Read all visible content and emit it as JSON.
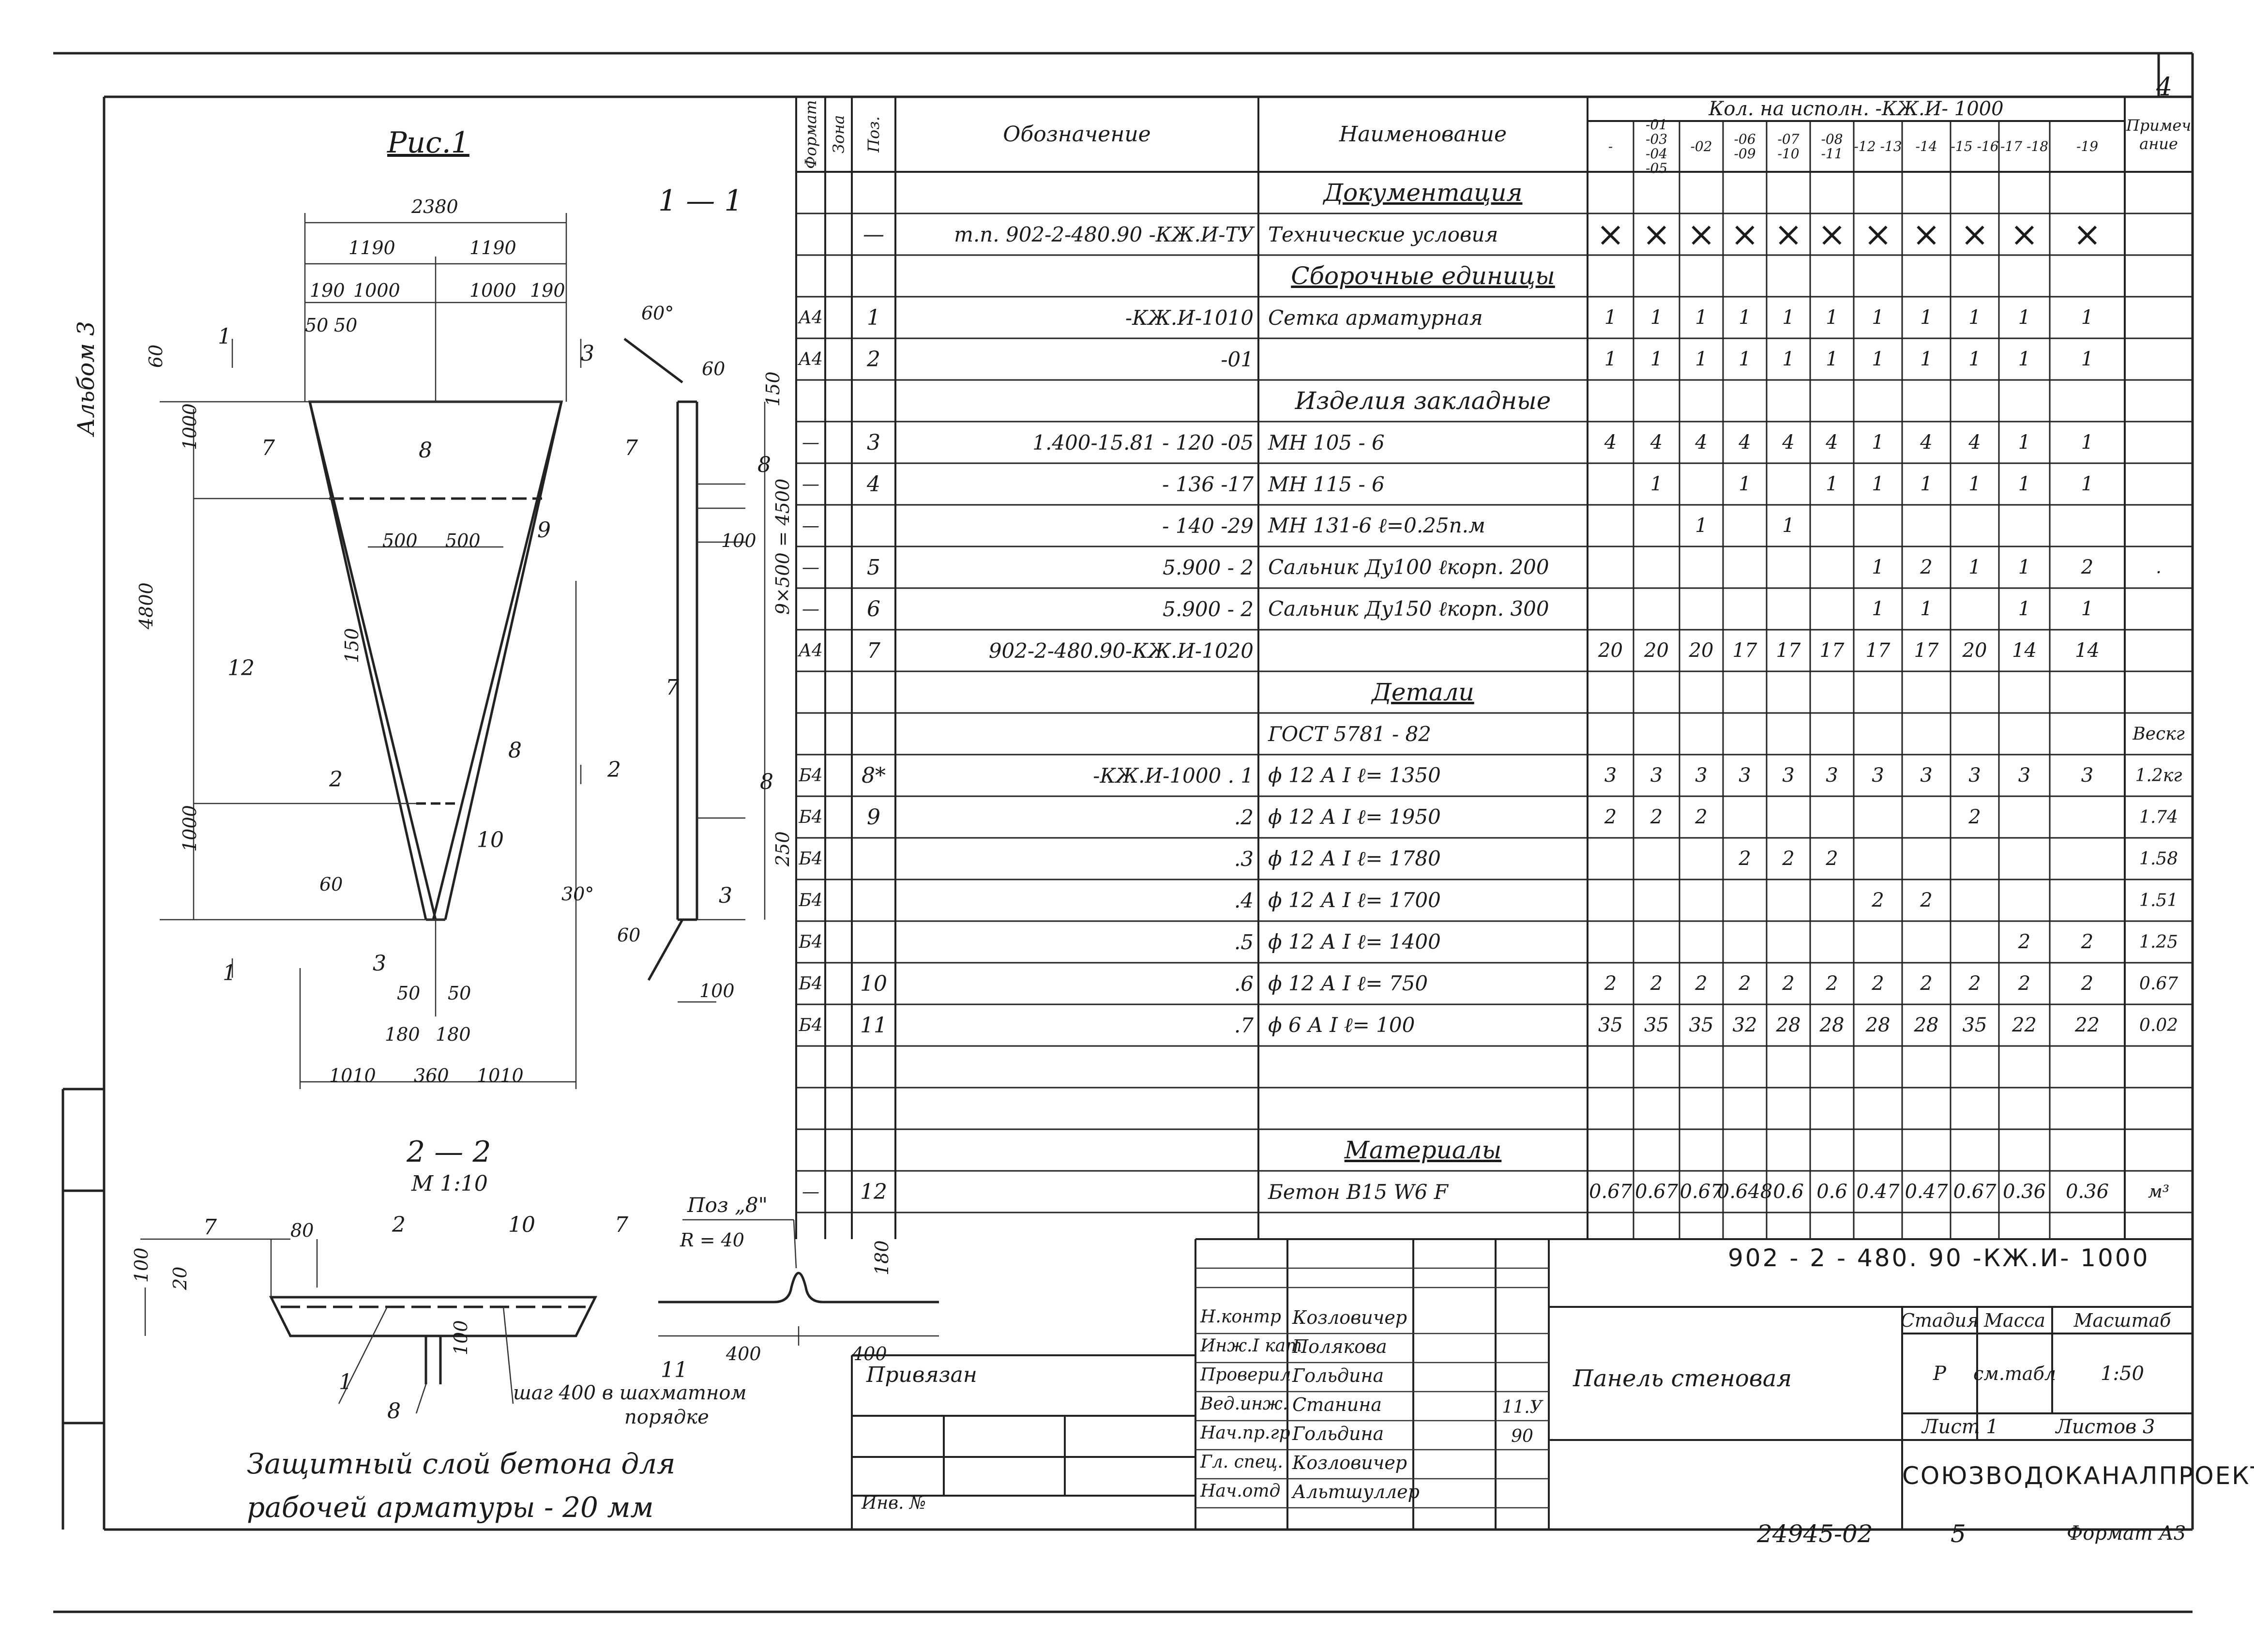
{
  "sheet_number": "4",
  "album": "Альбом 3",
  "figure": {
    "title": "Рис.1",
    "section_1_1": "1 — 1",
    "section_2_2": "2 — 2",
    "section_2_2_scale": "М 1:10",
    "pos8_title": "Поз „8\"",
    "pos8_radius": "R = 40",
    "hatch_note_1": "шаг 400 в шахматном",
    "hatch_note_2": "порядке",
    "dims": {
      "d2380": "2380",
      "d1190a": "1190",
      "d1190b": "1190",
      "d190a": "190",
      "d1000a": "1000",
      "d1000b": "1000",
      "d190b": "190",
      "d50a": "50",
      "d50b": "50",
      "d500a": "500",
      "d500b": "500",
      "d60": "60",
      "d1000v": "1000",
      "d4800": "4800",
      "d1000v2": "1000",
      "d150": "150",
      "d60b": "60",
      "d50c": "50",
      "d50d": "50",
      "d180a": "180",
      "d180b": "180",
      "d1010a": "1010",
      "d360": "360",
      "d1010b": "1010",
      "ang60": "60°",
      "ang30": "30°",
      "d60c": "60",
      "d150b": "150",
      "d100": "100",
      "d9x500": "9×500 = 4500",
      "d250": "250",
      "d60d": "60",
      "d100b": "100",
      "d80": "80",
      "d20": "20",
      "d100c": "100",
      "d100d": "100",
      "d400a": "400",
      "d400b": "400",
      "d180c": "180"
    },
    "callouts": [
      "1",
      "1",
      "2",
      "2",
      "3",
      "3",
      "3",
      "7",
      "7",
      "7",
      "7",
      "8",
      "8",
      "8",
      "8",
      "9",
      "10",
      "10",
      "12",
      "2",
      "1",
      "8",
      "11",
      "7"
    ]
  },
  "spec_table": {
    "headers": {
      "format": "Формат",
      "zone": "Зона",
      "pos": "Поз.",
      "designation": "Обозначение",
      "name": "Наименование",
      "qty_title": "Кол. на исполн.   -КЖ.И- 1000",
      "note": "Примечание",
      "variants": [
        "-",
        "-01 -03 -04 -05",
        "-02",
        "-06 -09",
        "-07 -10",
        "-08 -11",
        "-12 -13",
        "-14",
        "-15 -16",
        "-17 -18",
        "-19"
      ]
    },
    "rows": [
      {
        "type": "section",
        "name": "Документация"
      },
      {
        "format": "",
        "pos": "—",
        "designation": "т.п. 902-2-480.90  -КЖ.И-ТУ",
        "name": "Технические   условия",
        "qty": [
          "×",
          "×",
          "×",
          "×",
          "×",
          "×",
          "×",
          "×",
          "×",
          "×",
          "×"
        ],
        "note": ""
      },
      {
        "type": "section",
        "name": "Сборочные   единицы"
      },
      {
        "format": "А4",
        "pos": "1",
        "designation": "-КЖ.И-1010",
        "name": "Сетка  арматурная",
        "qty": [
          "1",
          "1",
          "1",
          "1",
          "1",
          "1",
          "1",
          "1",
          "1",
          "1",
          "1"
        ],
        "note": ""
      },
      {
        "format": "А4",
        "pos": "2",
        "designation": "-01",
        "name": "",
        "qty": [
          "1",
          "1",
          "1",
          "1",
          "1",
          "1",
          "1",
          "1",
          "1",
          "1",
          "1"
        ],
        "note": ""
      },
      {
        "type": "section",
        "name": "Изделия закладные",
        "plain": true
      },
      {
        "format": "—",
        "pos": "3",
        "designation": "1.400-15.81 -  120          -05",
        "name": "МН 105 - 6",
        "qty": [
          "4",
          "4",
          "4",
          "4",
          "4",
          "4",
          "1",
          "4",
          "4",
          "1",
          "1"
        ],
        "note": ""
      },
      {
        "format": "—",
        "pos": "4",
        "designation": "- 136          -17",
        "name": "МН 115 - 6",
        "qty": [
          "",
          "1",
          "",
          "1",
          "",
          "1",
          "1",
          "1",
          "1",
          "1",
          "1"
        ],
        "note": ""
      },
      {
        "format": "—",
        "pos": "",
        "designation": "- 140          -29",
        "name": "МН 131-6  ℓ=0.25п.м",
        "qty": [
          "",
          "",
          "1",
          "",
          "1",
          "",
          "",
          "",
          "",
          "",
          ""
        ],
        "note": ""
      },
      {
        "format": "—",
        "pos": "5",
        "designation": "5.900 - 2",
        "name": "Сальник Ду100 ℓкорп. 200",
        "qty": [
          "",
          "",
          "",
          "",
          "",
          "",
          "1",
          "2",
          "1",
          "1",
          "2"
        ],
        "note": "."
      },
      {
        "format": "—",
        "pos": "6",
        "designation": "5.900 - 2",
        "name": "Сальник Ду150 ℓкорп. 300",
        "qty": [
          "",
          "",
          "",
          "",
          "",
          "",
          "1",
          "1",
          "",
          "1",
          "1"
        ],
        "note": ""
      },
      {
        "format": "А4",
        "pos": "7",
        "designation": "902-2-480.90-КЖ.И-1020",
        "name": "",
        "qty": [
          "20",
          "20",
          "20",
          "17",
          "17",
          "17",
          "17",
          "17",
          "20",
          "14",
          "14"
        ],
        "note": ""
      },
      {
        "type": "section",
        "name": "Детали"
      },
      {
        "format": "",
        "pos": "",
        "designation": "",
        "name": "ГОСТ 5781 - 82",
        "qty": [
          "",
          "",
          "",
          "",
          "",
          "",
          "",
          "",
          "",
          "",
          ""
        ],
        "note": "Вескг"
      },
      {
        "format": "Б4",
        "pos": "8*",
        "designation": "-КЖ.И-1000 . 1",
        "name": "ϕ 12 А I        ℓ= 1350",
        "qty": [
          "3",
          "3",
          "3",
          "3",
          "3",
          "3",
          "3",
          "3",
          "3",
          "3",
          "3"
        ],
        "note": "1.2кг"
      },
      {
        "format": "Б4",
        "pos": "9",
        "designation": ".2",
        "name": "ϕ 12 А I        ℓ= 1950",
        "qty": [
          "2",
          "2",
          "2",
          "",
          "",
          "",
          "",
          "",
          "2",
          "",
          ""
        ],
        "note": "1.74"
      },
      {
        "format": "Б4",
        "pos": "",
        "designation": ".3",
        "name": "ϕ 12 А I        ℓ= 1780",
        "qty": [
          "",
          "",
          "",
          "2",
          "2",
          "2",
          "",
          "",
          "",
          "",
          ""
        ],
        "note": "1.58"
      },
      {
        "format": "Б4",
        "pos": "",
        "designation": ".4",
        "name": "ϕ 12 А I        ℓ= 1700",
        "qty": [
          "",
          "",
          "",
          "",
          "",
          "",
          "2",
          "2",
          "",
          "",
          ""
        ],
        "note": "1.51"
      },
      {
        "format": "Б4",
        "pos": "",
        "designation": ".5",
        "name": "ϕ 12 А I        ℓ= 1400",
        "qty": [
          "",
          "",
          "",
          "",
          "",
          "",
          "",
          "",
          "",
          "2",
          "2"
        ],
        "note": "1.25"
      },
      {
        "format": "Б4",
        "pos": "10",
        "designation": ".6",
        "name": "ϕ 12 А I        ℓ= 750",
        "qty": [
          "2",
          "2",
          "2",
          "2",
          "2",
          "2",
          "2",
          "2",
          "2",
          "2",
          "2"
        ],
        "note": "0.67"
      },
      {
        "format": "Б4",
        "pos": "11",
        "designation": ".7",
        "name": "ϕ 6 А I         ℓ= 100",
        "qty": [
          "35",
          "35",
          "35",
          "32",
          "28",
          "28",
          "28",
          "28",
          "35",
          "22",
          "22"
        ],
        "note": "0.02"
      },
      {
        "type": "blank"
      },
      {
        "type": "blank"
      },
      {
        "type": "section",
        "name": "Материалы"
      },
      {
        "format": "—",
        "pos": "12",
        "designation": "",
        "name": "Бетон В15  W6  F",
        "qty": [
          "0.67",
          "0.67",
          "0.67",
          "0.648",
          "0.6",
          "0.6",
          "0.47",
          "0.47",
          "0.67",
          "0.36",
          "0.36"
        ],
        "note": "м³"
      }
    ]
  },
  "title_block": {
    "doc_code": "902 - 2 - 480. 90 -КЖ.И- 1000",
    "name": "Панель   стеновая",
    "stage_label": "Стадия",
    "mass_label": "Масса",
    "scale_label": "Масштаб",
    "stage": "Р",
    "mass": "см.табл",
    "scale": "1:50",
    "sheet_label": "Лист 1",
    "sheets_label": "Листов 3",
    "org": "СОЮЗВОДОКАНАЛПРОЕКТ",
    "privyazan": "Привязан",
    "inv_no": "Инв. №",
    "date": "11.У",
    "year": "90",
    "people": [
      {
        "role": "Н.контр",
        "name": "Козловичер"
      },
      {
        "role": "Инж.I кат",
        "name": "Полякова"
      },
      {
        "role": "Проверил",
        "name": "Гольдина"
      },
      {
        "role": "Вед.инж.",
        "name": "Станина"
      },
      {
        "role": "Нач.пр.гр",
        "name": "Гольдина"
      },
      {
        "role": "Гл. спец.",
        "name": "Козловичер"
      },
      {
        "role": "Нач.отд",
        "name": "Альтшуллер"
      }
    ]
  },
  "footer": {
    "inv_code": "24945-02",
    "inv_sheet": "5",
    "format": "Формат А3"
  },
  "notes": {
    "line1": "Защитный  слой  бетона  для",
    "line2": "рабочей  арматуры - 20 мм"
  }
}
